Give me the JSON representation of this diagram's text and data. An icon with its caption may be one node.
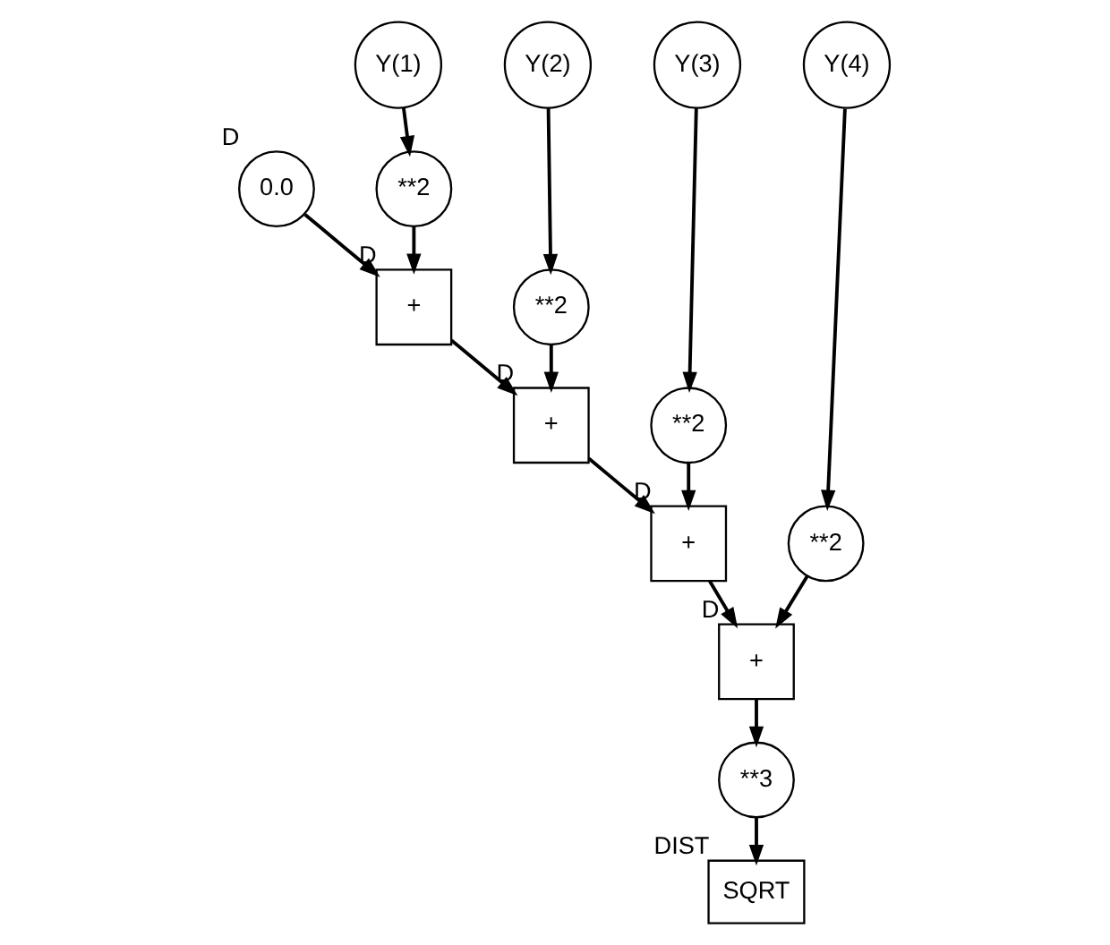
{
  "diagram": {
    "nodes": [
      {
        "text": [
          "Y(1)"
        ]
      },
      {
        "text": [
          "Y(2)"
        ]
      },
      {
        "text": [
          "Y(3)"
        ]
      },
      {
        "text": [
          "Y(4)"
        ]
      },
      {
        "text": [
          "**2"
        ]
      },
      {
        "text": [
          "0.0"
        ],
        "beside": [
          "D"
        ]
      },
      {
        "text": [
          "**2"
        ]
      },
      {
        "text": [
          "+"
        ],
        "beside": [
          "D"
        ]
      },
      {
        "text": [
          "**2"
        ]
      },
      {
        "text": [
          "+"
        ],
        "beside": [
          "D"
        ]
      },
      {
        "text": [
          "**2"
        ]
      },
      {
        "text": [
          "+"
        ],
        "beside": [
          "D"
        ]
      },
      {
        "text": [
          "+"
        ],
        "beside": [
          "D"
        ]
      },
      {
        "text": [
          "**3"
        ]
      },
      {
        "text": [
          "SQRT"
        ],
        "beside": [
          "DIST"
        ]
      }
    ],
    "edges": [
      {
        "from": 0,
        "to": 4,
        "arrow": "to"
      },
      {
        "from": 1,
        "to": 6,
        "arrow": "to"
      },
      {
        "from": 2,
        "to": 8,
        "arrow": "to"
      },
      {
        "from": 3,
        "to": 10,
        "arrow": "to"
      },
      {
        "from": 5,
        "to": 7,
        "arrow": "to"
      },
      {
        "from": 4,
        "to": 7,
        "arrow": "to"
      },
      {
        "from": 7,
        "to": 9,
        "arrow": "to"
      },
      {
        "from": 6,
        "to": 9,
        "arrow": "to"
      },
      {
        "from": 9,
        "to": 11,
        "arrow": "to"
      },
      {
        "from": 8,
        "to": 11,
        "arrow": "to"
      },
      {
        "from": 11,
        "to": 12,
        "arrow": "to"
      },
      {
        "from": 10,
        "to": 12,
        "arrow": "to"
      },
      {
        "from": 12,
        "to": 13,
        "arrow": "to"
      },
      {
        "from": 13,
        "to": 14,
        "arrow": "to"
      }
    ]
  }
}
